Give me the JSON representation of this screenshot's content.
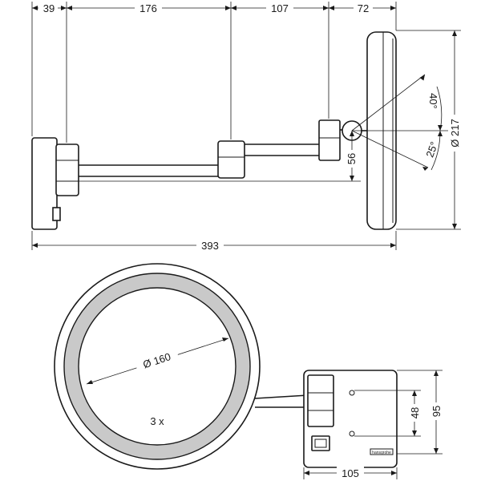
{
  "dimensions": {
    "d39": "39",
    "d176": "176",
    "d107": "107",
    "d72": "72",
    "d393": "393",
    "d56": "56",
    "d217": "Ø 217",
    "a40": "40°",
    "a25": "25°",
    "d160": "Ø 160",
    "d105": "105",
    "d48": "48",
    "d95": "95"
  },
  "labels": {
    "magnification": "3 x",
    "brand": "hansgrohe"
  },
  "colors": {
    "line": "#1a1a1a",
    "ring_fill": "#c9c9c9",
    "background": "#ffffff"
  }
}
